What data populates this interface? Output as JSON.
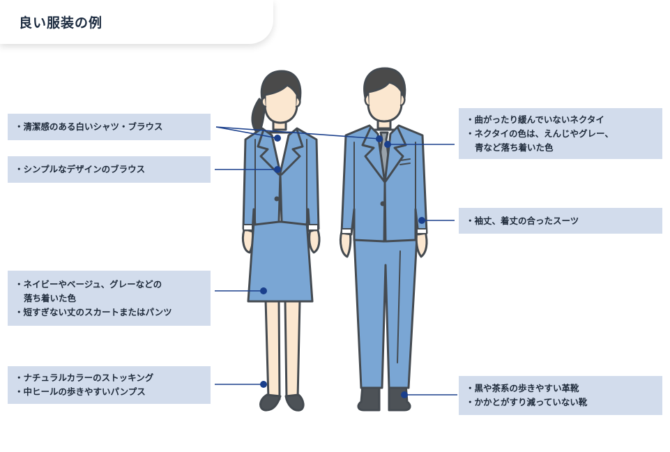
{
  "title": "良い服装の例",
  "colors": {
    "box_bg": "#d2dcec",
    "connector": "#1a3f8c",
    "suit_blue": "#7aa6d4",
    "outline": "#444a50",
    "skin": "#fbe7d0",
    "hair": "#4a4a4a"
  },
  "callouts": {
    "shirt": [
      "・清潔感のある白いシャツ・ブラウス"
    ],
    "blouse": [
      "・シンプルなデザインのブラウス"
    ],
    "skirt": [
      "・ネイビーやベージュ、グレーなどの",
      "落ち着いた色",
      "・短すぎない丈のスカートまたはパンツ"
    ],
    "stockings": [
      "・ナチュラルカラーのストッキング",
      "・中ヒールの歩きやすいパンプス"
    ],
    "tie": [
      "・曲がったり緩んでいないネクタイ",
      "・ネクタイの色は、えんじやグレー、",
      "青など落ち着いた色"
    ],
    "suit": [
      "・袖丈、着丈の合ったスーツ"
    ],
    "shoes": [
      "・黒や茶系の歩きやすい革靴",
      "・かかとがすり減っていない靴"
    ]
  }
}
